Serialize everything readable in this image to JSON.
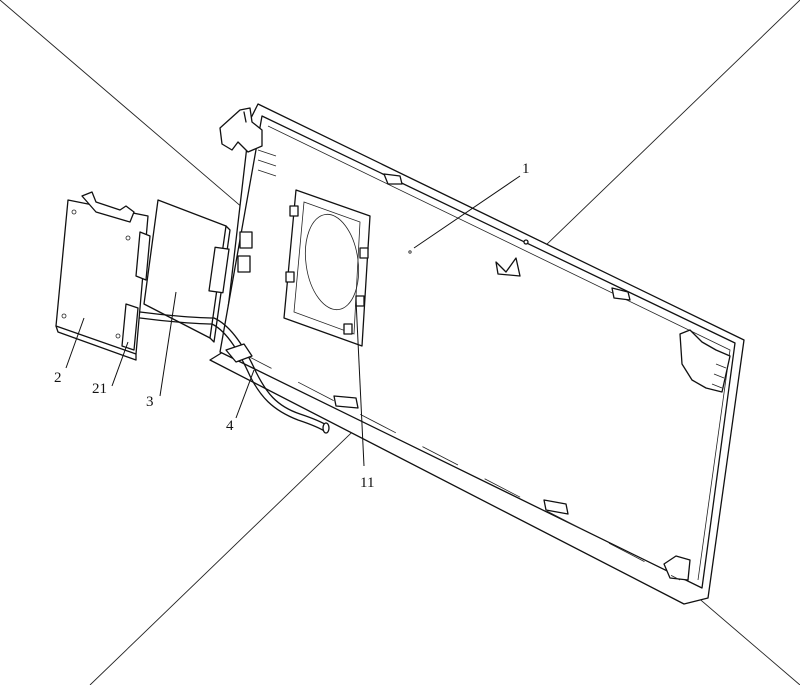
{
  "labels": {
    "panel": "1",
    "opening": "11",
    "bracket": "2",
    "bracket_tab": "21",
    "board": "3",
    "cable": "4"
  },
  "colors": {
    "line": "#111111",
    "background": "#ffffff"
  }
}
